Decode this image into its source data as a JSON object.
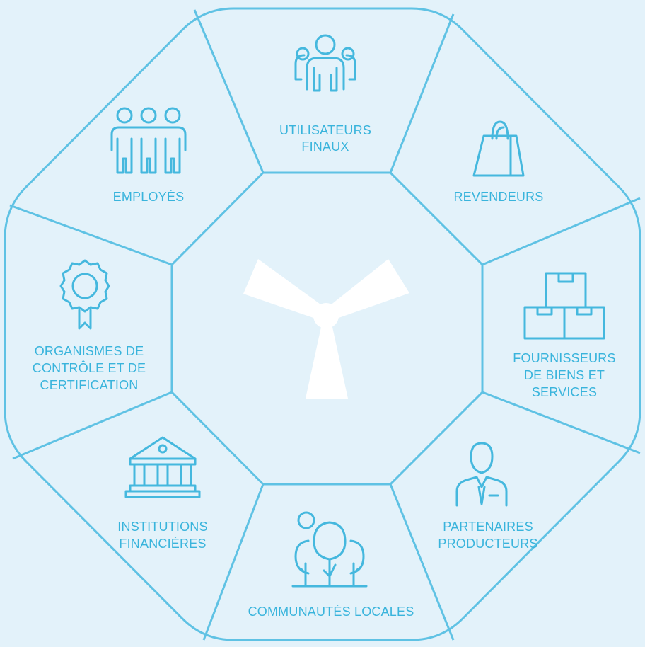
{
  "colors": {
    "background": "#e3f2fa",
    "line": "#5fc2e4",
    "icon": "#45b8de",
    "text": "#39b4dc",
    "center_logo": "#ffffff"
  },
  "segments": {
    "utilisateurs": {
      "line1": "UTILISATEURS",
      "line2": "FINAUX",
      "icon": "people-group-icon"
    },
    "revendeurs": {
      "line1": "REVENDEURS",
      "icon": "shopping-bag-icon"
    },
    "fournisseurs": {
      "line1": "FOURNISSEURS",
      "line2": "DE BIENS ET",
      "line3": "SERVICES",
      "icon": "boxes-icon"
    },
    "partenaires": {
      "line1": "PARTENAIRES",
      "line2": "PRODUCTEURS",
      "icon": "businessman-icon"
    },
    "communautes": {
      "line1": "COMMUNAUTÉS LOCALES",
      "icon": "trees-icon"
    },
    "institutions": {
      "line1": "INSTITUTIONS",
      "line2": "FINANCIÈRES",
      "icon": "bank-building-icon"
    },
    "organismes": {
      "line1": "ORGANISMES DE",
      "line2": "CONTRÔLE ET DE",
      "line3": "CERTIFICATION",
      "icon": "award-badge-icon"
    },
    "employes": {
      "line1": "EMPLOYÉS",
      "icon": "employees-icon"
    }
  },
  "center": {
    "icon": "wind-turbine-logo-icon"
  }
}
